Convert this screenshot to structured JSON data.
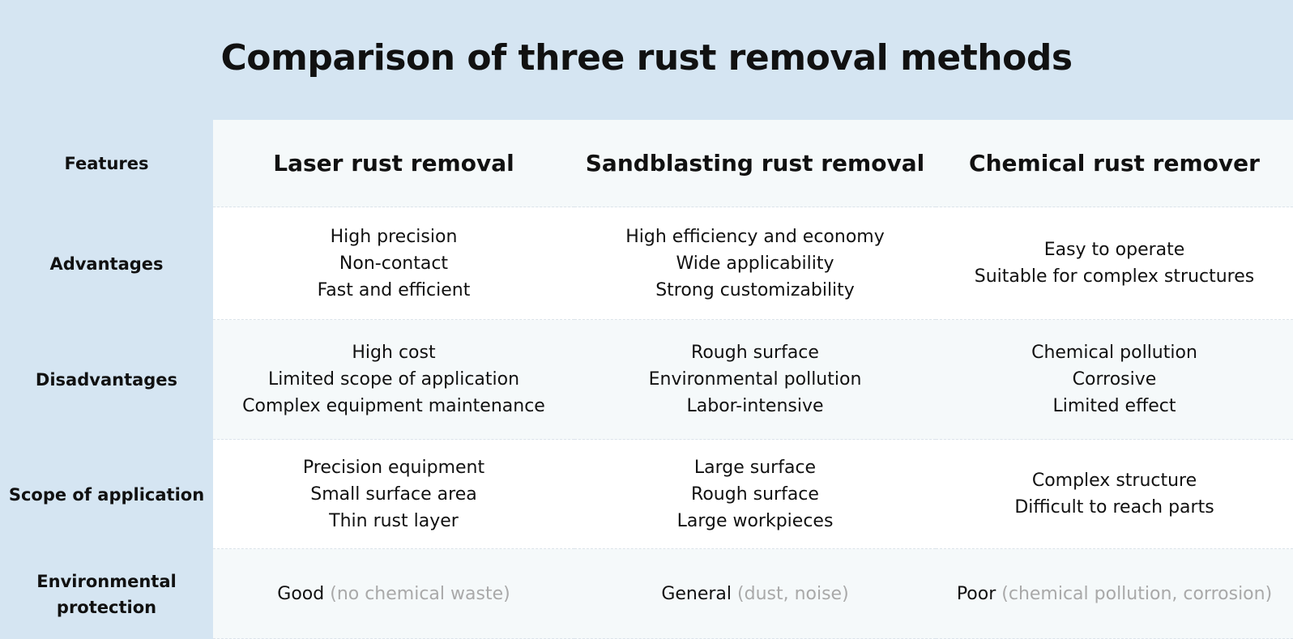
{
  "title": "Comparison of three rust removal methods",
  "table": {
    "features_label": "Features",
    "columns": [
      "Laser rust removal",
      "Sandblasting rust removal",
      "Chemical rust remover"
    ],
    "rows": [
      {
        "label": "Advantages",
        "cells": [
          [
            "High precision",
            "Non-contact",
            "Fast and efficient"
          ],
          [
            "High efficiency and economy",
            "Wide applicability",
            "Strong customizability"
          ],
          [
            "Easy to operate",
            "Suitable for complex structures"
          ]
        ]
      },
      {
        "label": "Disadvantages",
        "cells": [
          [
            "High cost",
            "Limited scope of application",
            "Complex equipment maintenance"
          ],
          [
            "Rough surface",
            "Environmental pollution",
            "Labor-intensive"
          ],
          [
            "Chemical pollution",
            "Corrosive",
            "Limited effect"
          ]
        ]
      },
      {
        "label": "Scope of application",
        "cells": [
          [
            "Precision equipment",
            "Small surface area",
            "Thin rust layer"
          ],
          [
            "Large surface",
            "Rough surface",
            "Large workpieces"
          ],
          [
            "Complex structure",
            "Difficult to reach parts"
          ]
        ]
      }
    ],
    "environmental": {
      "label": "Environmental protection",
      "cells": [
        {
          "rating": "Good",
          "note": "(no chemical waste)"
        },
        {
          "rating": "General",
          "note": "(dust, noise)"
        },
        {
          "rating": "Poor",
          "note": "(chemical pollution, corrosion)"
        }
      ]
    }
  },
  "colors": {
    "header_bg": "#d5e5f2",
    "row_alt_bg": "#f5f9fa",
    "row_bg": "#ffffff",
    "note_text": "#a9a9a9"
  }
}
